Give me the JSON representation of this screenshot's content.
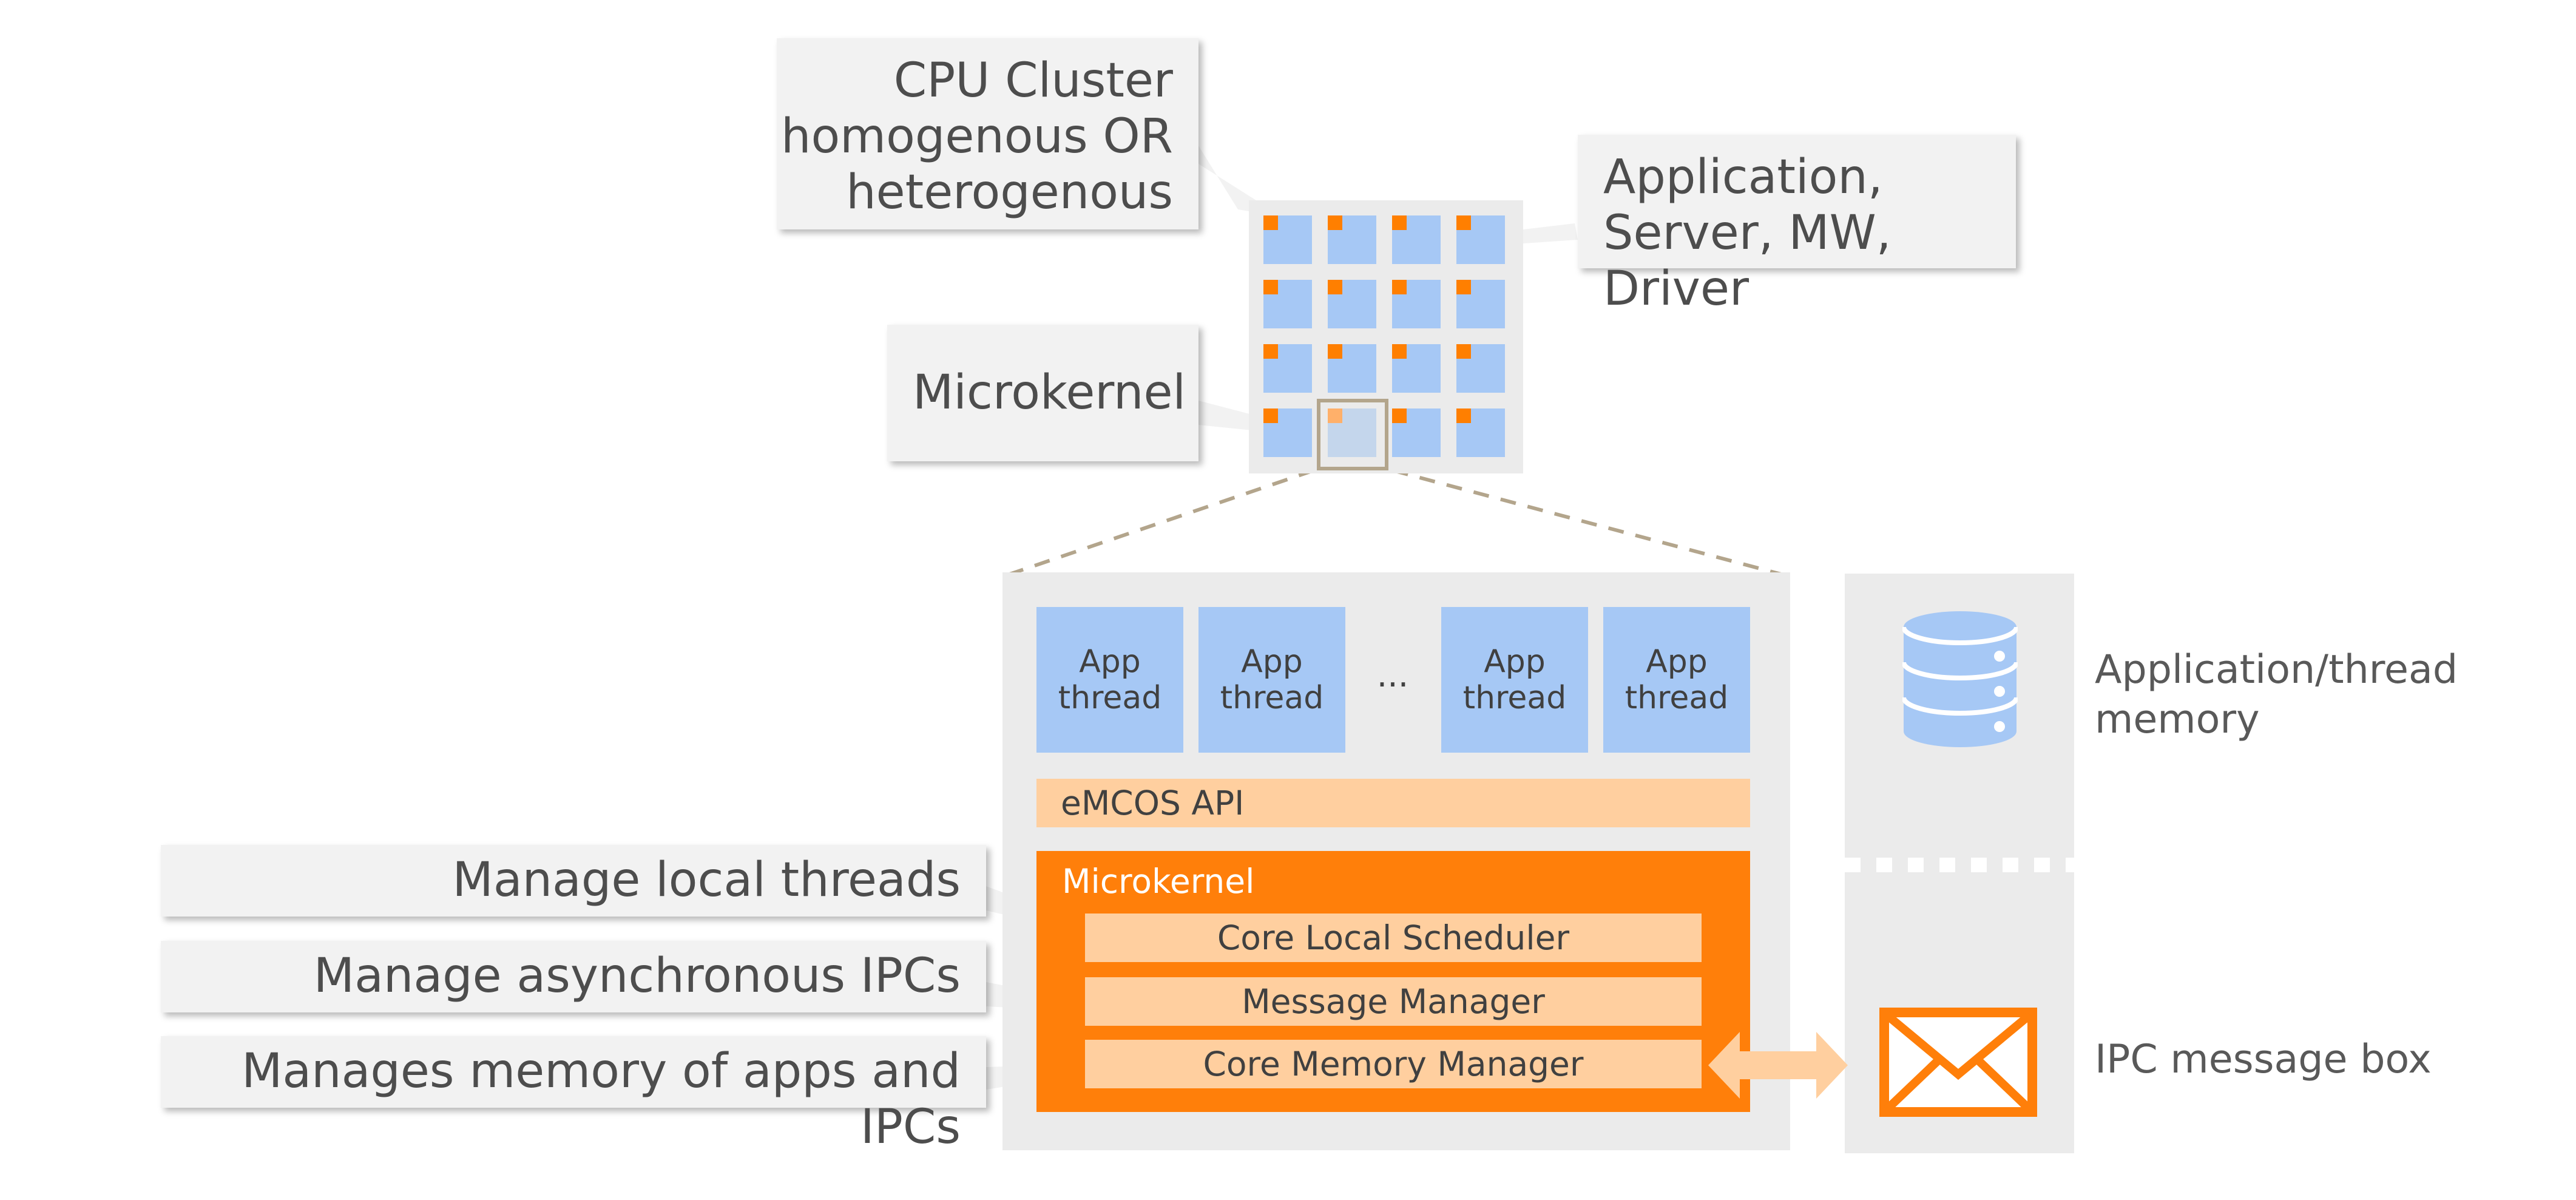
{
  "callouts": {
    "cpu_cluster": [
      "CPU Cluster",
      "homogenous OR",
      "heterogenous"
    ],
    "application": [
      "Application,",
      "Server, MW, Driver"
    ],
    "microkernel": "Microkernel",
    "manage_local_threads": "Manage local threads",
    "manage_async_ipcs": "Manage asynchronous IPCs",
    "manages_memory": "Manages memory of apps and IPCs"
  },
  "core_panel": {
    "app_threads": [
      [
        "App",
        "thread"
      ],
      [
        "App",
        "thread"
      ],
      [
        "App",
        "thread"
      ],
      [
        "App",
        "thread"
      ]
    ],
    "ellipsis": "...",
    "api_label": "eMCOS API",
    "microkernel_label": "Microkernel",
    "components": [
      "Core Local Scheduler",
      "Message Manager",
      "Core Memory Manager"
    ]
  },
  "right_panel": {
    "memory_label": [
      "Application/thread",
      "memory"
    ],
    "ipc_label": "IPC message box"
  },
  "icons": {
    "memory": "database-icon",
    "message_box": "envelope-icon",
    "transfer": "double-arrow-icon"
  },
  "colors": {
    "core_cell": "#a6c8f5",
    "marker": "#ff7f00",
    "microkernel": "#ff7f0a",
    "component": "#ffcf9f",
    "panel": "#ebebeb",
    "zoom_line": "#b3a58c"
  }
}
